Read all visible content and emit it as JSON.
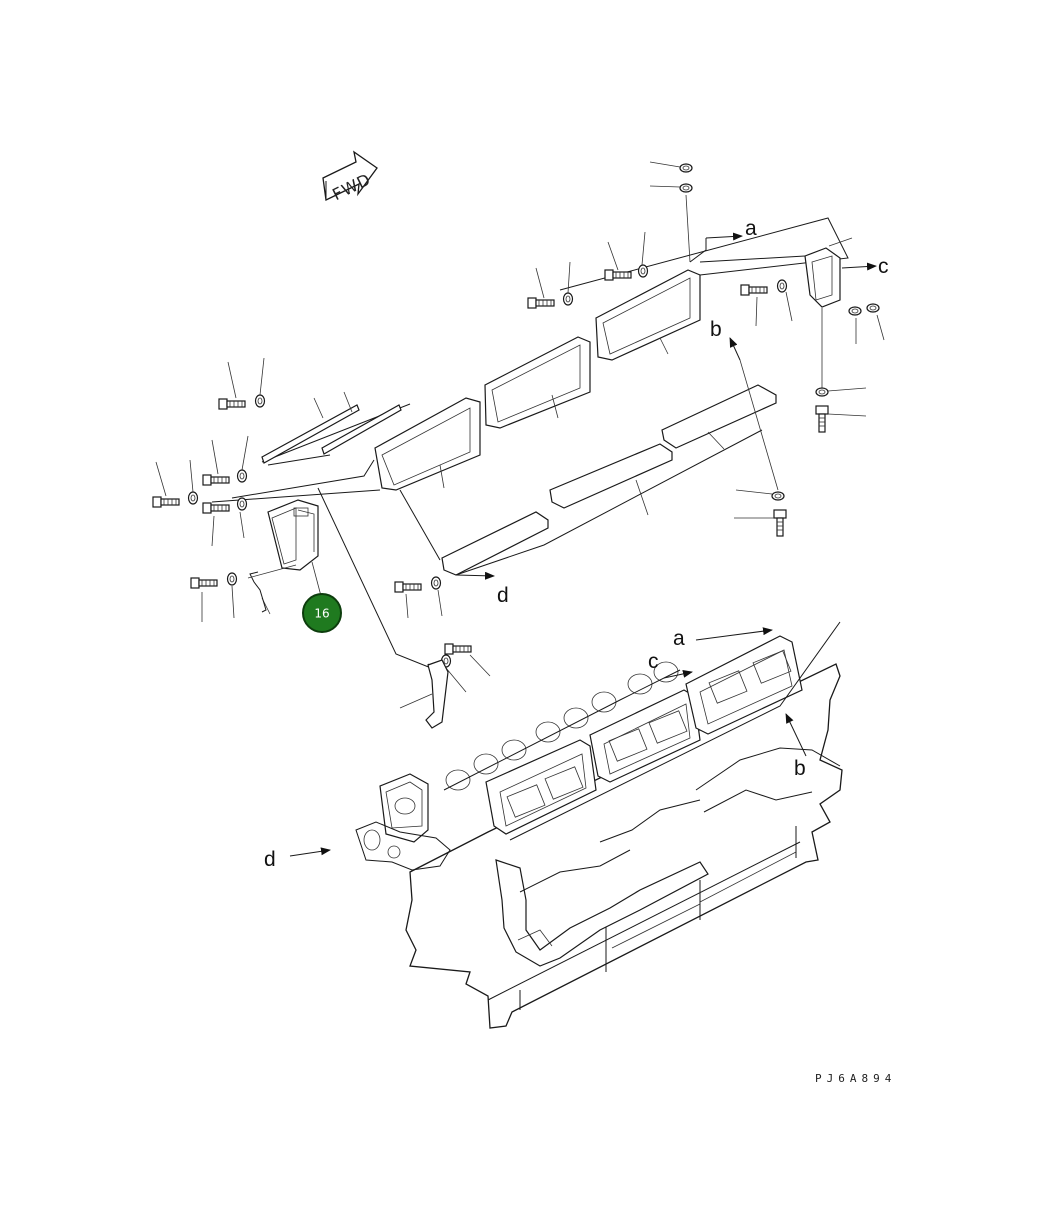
{
  "figure_code": "PJ6A894",
  "fwd_label": "FWD",
  "callout": {
    "number": "16",
    "fill_color": "#1f7a1f",
    "ring_color": "#0d3d0d"
  },
  "ref_labels": {
    "a_top": "a",
    "c_top": "c",
    "b_top": "b",
    "d_mid": "d",
    "a_engine": "a",
    "c_engine": "c",
    "b_engine": "b",
    "d_engine": "d"
  }
}
